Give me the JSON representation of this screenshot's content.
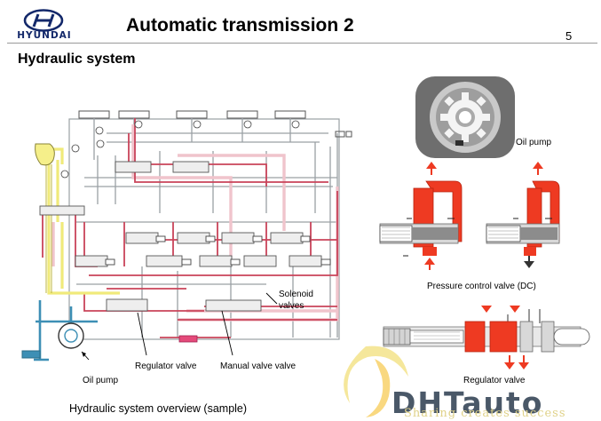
{
  "header": {
    "logo_text": "HYUNDAI",
    "title": "Automatic transmission 2",
    "page_number": "5"
  },
  "section": {
    "title": "Hydraulic system"
  },
  "labels": {
    "oil_pump_top": "Oil pump",
    "solenoid_line1": "Solenoid",
    "solenoid_line2": "valves",
    "pressure_control": "Pressure control  valve (DC)",
    "regulator_valve": "Regulator valve",
    "manual_valve": "Manual valve valve",
    "oil_pump_bottom": "Oil pump",
    "regulator_right": "Regulator valve"
  },
  "caption": "Hydraulic system overview (sample)",
  "watermark": {
    "brand": "DHTauto",
    "tagline": "Sharing creates success"
  },
  "colors": {
    "brand_blue": "#13286a",
    "circuit_red": "#c9445a",
    "circuit_pink": "#f0c4cc",
    "circuit_yellow": "#f0ea7a",
    "circuit_blue": "#3d8fb5",
    "valve_red": "#ee3a22",
    "valve_gray": "#8c8c8c"
  }
}
